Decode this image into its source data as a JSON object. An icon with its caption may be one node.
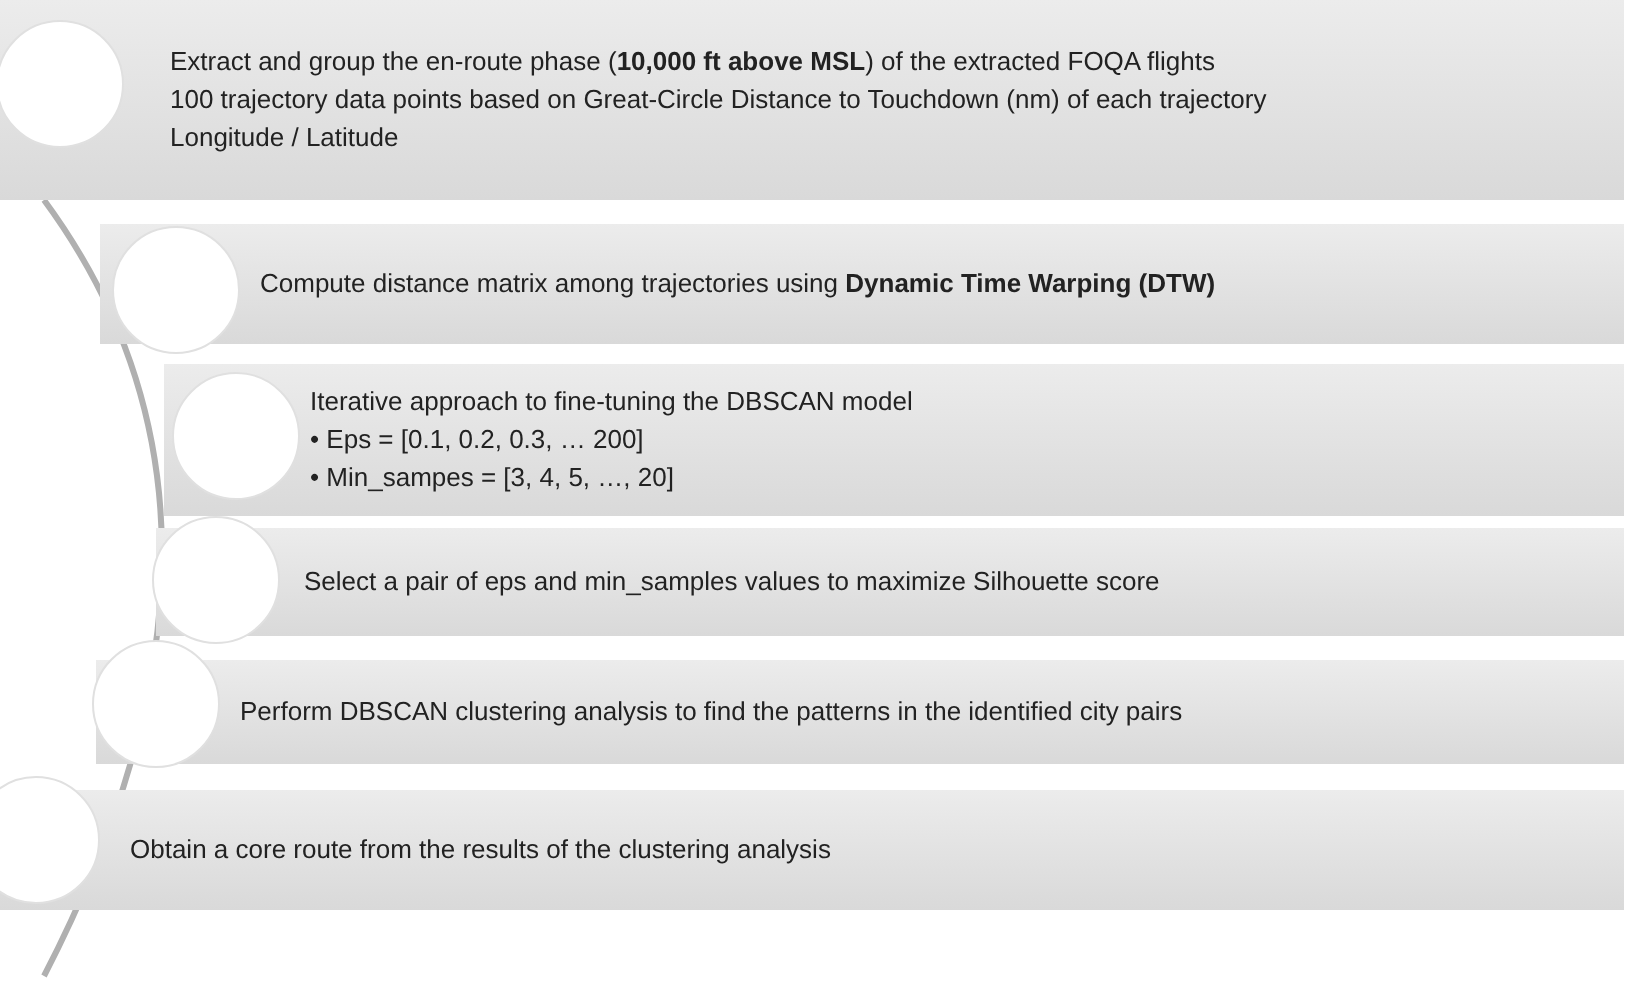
{
  "diagram": {
    "nodes": [
      {
        "text": [
          "Extract and group the en-route phase (**10,000 ft above MSL**) of the extracted FOQA flights",
          "100 trajectory data points based on Great-Circle Distance to Touchdown (nm) of each trajectory",
          "Longitude / Latitude"
        ]
      },
      {
        "text": [
          "Compute distance matrix among trajectories using **Dynamic Time Warping (DTW)**"
        ]
      },
      {
        "text": [
          "Iterative approach to fine-tuning the DBSCAN model",
          "• Eps = [0.1, 0.2, 0.3, … 200]",
          "• Min_sampes = [3, 4, 5, …, 20]"
        ]
      },
      {
        "text": [
          "Select a pair of eps and min_samples values to maximize Silhouette score"
        ]
      },
      {
        "text": [
          "Perform DBSCAN clustering analysis to find the patterns in the identified city pairs"
        ]
      },
      {
        "text": [
          "Obtain a core route from the results of the clustering analysis"
        ]
      }
    ]
  }
}
